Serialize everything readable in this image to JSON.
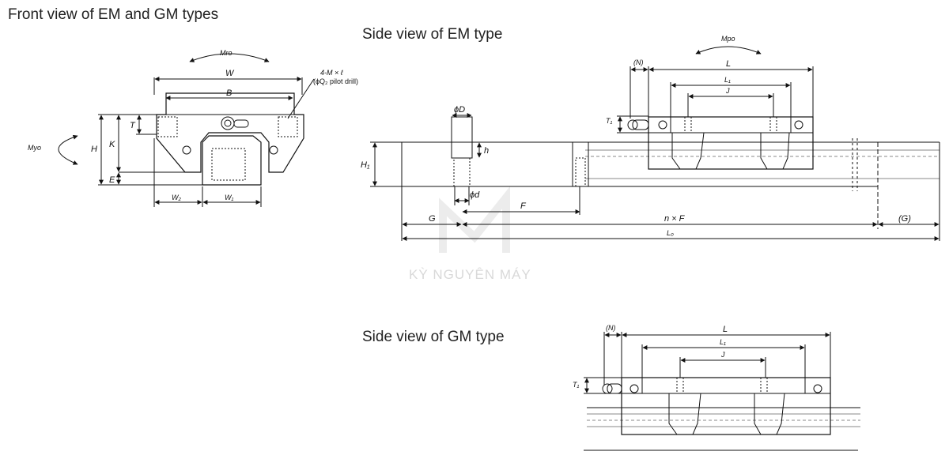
{
  "titles": {
    "front": "Front view of EM and GM types",
    "side_em": "Side view of EM type",
    "side_gm": "Side view of GM type"
  },
  "front_labels": {
    "mro": "Mro",
    "myo": "Myo",
    "w": "W",
    "b": "B",
    "t": "T",
    "k": "K",
    "h": "H",
    "e": "E",
    "w2": "W₂",
    "w1": "W₁",
    "tap_1": "4-M × ℓ",
    "tap_2": "(ϕQ₂ pilot drill)"
  },
  "em_labels": {
    "mpo": "Mpo",
    "n": "(N)",
    "l": "L",
    "l1": "L₁",
    "j": "J",
    "t1": "T₁",
    "phi_big_d": "ϕD",
    "h_small": "h",
    "h1": "H₁",
    "phi_d": "ϕd",
    "f": "F",
    "g": "G",
    "nf": "n × F",
    "g_paren": "(G)",
    "l0": "L₀"
  },
  "gm_labels": {
    "n": "(N)",
    "l": "L",
    "l1": "L₁",
    "j": "J",
    "t1": "T₁"
  },
  "watermark": "KỲ NGUYÊN MÁY"
}
